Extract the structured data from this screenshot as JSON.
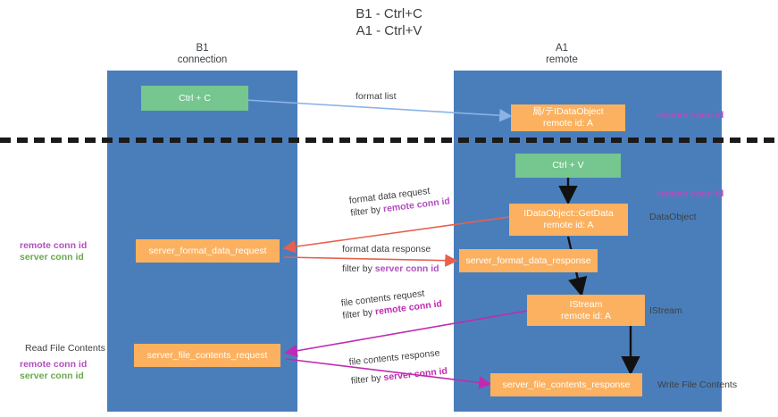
{
  "title": {
    "line1": "B1 - Ctrl+C",
    "line2": "A1 - Ctrl+V"
  },
  "lanes": [
    {
      "id": "b1",
      "name": "B1",
      "sub": "connection"
    },
    {
      "id": "a1",
      "name": "A1",
      "sub": "remote"
    }
  ],
  "nodes": {
    "ctrl_c": {
      "label": "Ctrl + C"
    },
    "ctrl_v": {
      "label": "Ctrl + V"
    },
    "idataobject": {
      "line1": "局/テIDataObject",
      "line2": "remote id: A"
    },
    "getdata": {
      "line1": "IDataObject::GetData",
      "line2": "remote id: A"
    },
    "istream": {
      "line1": "IStream",
      "line2": "remote id: A"
    },
    "server_format_data_request": {
      "label": "server_format_data_request"
    },
    "server_format_data_response": {
      "label": "server_format_data_response"
    },
    "server_file_contents_request": {
      "label": "server_file_contents_request"
    },
    "server_file_contents_response": {
      "label": "server_file_contents_response"
    }
  },
  "side_labels": {
    "remote_conn_id_top": {
      "text": "remote conn id"
    },
    "remote_conn_id_mid": {
      "text": "remote conn id"
    },
    "dataobject": {
      "text": "DataObject"
    },
    "istream": {
      "text": "IStream"
    },
    "write_file_contents": {
      "text": "Write File Contents"
    },
    "read_file_contents": {
      "text": "Read File Contents"
    },
    "left_ids_mid": {
      "remote": "remote conn id",
      "server": "server conn id"
    },
    "left_ids_bottom": {
      "remote": "remote conn id",
      "server": "server conn id"
    }
  },
  "edges": [
    {
      "id": "format-list",
      "label": "format list",
      "filter_prefix": "",
      "filter_value": ""
    },
    {
      "id": "format-data-request",
      "label": "format data request",
      "filter_prefix": "filter by ",
      "filter_value": "remote conn id"
    },
    {
      "id": "format-data-response",
      "label": "format data response",
      "filter_prefix": "filter by ",
      "filter_value": "server conn id"
    },
    {
      "id": "file-contents-request",
      "label": "file contents request",
      "filter_prefix": "filter by ",
      "filter_value": "remote conn id"
    },
    {
      "id": "file-contents-response",
      "label": "file contents response",
      "filter_prefix": "filter by ",
      "filter_value": "server conn id"
    }
  ],
  "colors": {
    "lane": "#4a7ebb",
    "green_box": "#76c68f",
    "orange_box": "#fbb15f",
    "purple": "#b24ebf",
    "green_text": "#6aa84f",
    "arrow_blue": "#8ab4e8",
    "arrow_red": "#e8604c",
    "arrow_magenta": "#c12ab0",
    "arrow_black": "#111111",
    "separator": "#1a1a1a"
  }
}
